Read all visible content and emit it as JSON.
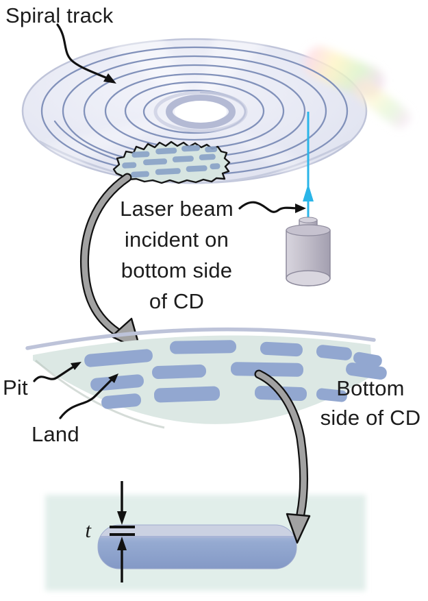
{
  "figure": {
    "spiral_track_label": "Spiral track",
    "laser_label": {
      "line1": "Laser beam",
      "line2": "incident on",
      "line3": "bottom side",
      "line4": "of CD"
    },
    "pit_label": "Pit",
    "land_label": "Land",
    "bottom_side_label": {
      "line1": "Bottom",
      "line2": "side of CD"
    },
    "thickness_label": "t",
    "colors": {
      "laser_beam": "#2ab5e8",
      "track_line": "#8191ba",
      "pit_blue": "#92a7d0",
      "band_fill": "#dce8e4",
      "panel_fill": "#e1eeea",
      "disc_fill": "#e7e9f4",
      "arrow_gray": "#a2a2a2",
      "text": "#1c1c1c"
    }
  }
}
